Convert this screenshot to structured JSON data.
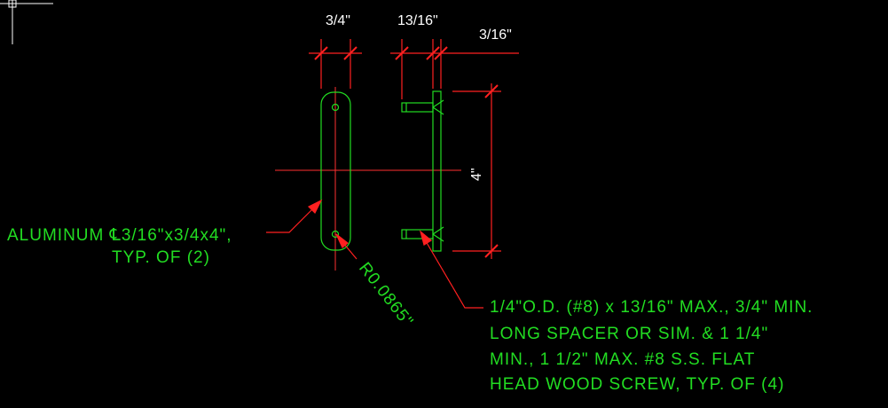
{
  "dimensions": {
    "plate_width": "3/4\"",
    "spacer_length": "13/16\"",
    "plate_thickness": "3/16\"",
    "height": "4\""
  },
  "labels": {
    "plate_line1": "ALUMINUM ℄3/16\"x3/4x4\",",
    "plate_line2": "TYP. OF (2)",
    "radius": "R0.0865\"",
    "spacer_line1": "1/4\"O.D. (#8) x 13/16\" MAX., 3/4\" MIN.",
    "spacer_line2": "LONG SPACER OR SIM. & 1 1/4\"",
    "spacer_line3": "MIN., 1 1/2\" MAX. #8 S.S. FLAT",
    "spacer_line4": "HEAD WOOD SCREW, TYP. OF (4)"
  },
  "colors": {
    "object": "#22dd22",
    "dimension": "#ff2020",
    "text": "#22dd22",
    "background": "#000000"
  }
}
